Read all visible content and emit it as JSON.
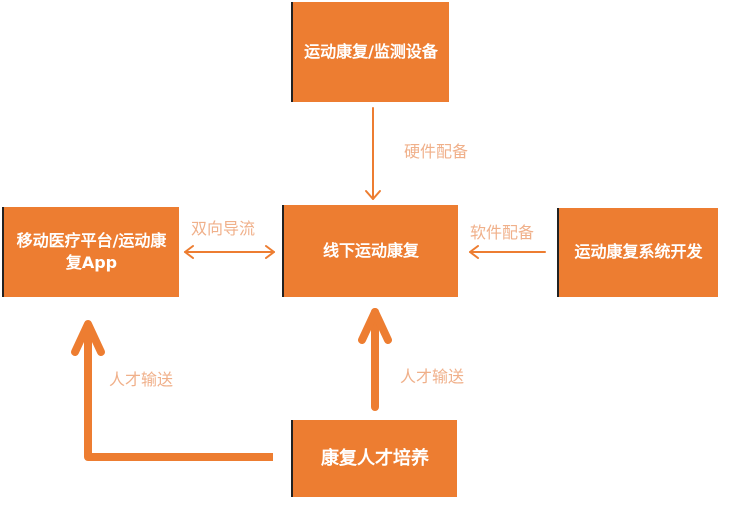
{
  "nodes": {
    "top": "运动康复/监测设备",
    "left": "移动医疗平台/运动康复App",
    "center": "线下运动康复",
    "right": "运动康复系统开发",
    "bottom": "康复人才培养"
  },
  "edges": {
    "top_to_center": "硬件配备",
    "left_center": "双向导流",
    "right_to_center": "软件配备",
    "bottom_to_center": "人才输送",
    "bottom_to_left": "人才输送"
  },
  "colors": {
    "box": "#ED7D31",
    "arrow": "#ED7D31",
    "label": "#F0B08A"
  }
}
